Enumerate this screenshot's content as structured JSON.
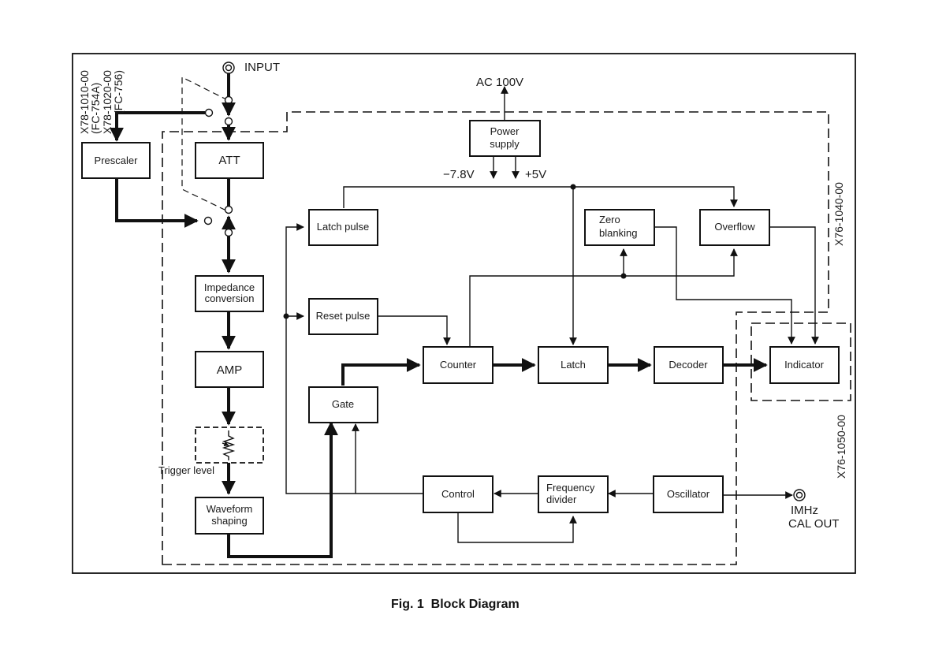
{
  "figure": {
    "caption": "Fig. 1  Block Diagram"
  },
  "terminals": {
    "input": "INPUT",
    "ac_power": "AC 100V",
    "neg_rail": "−7.8V",
    "pos_rail": "+5V",
    "cal_out_line1": "IMHz",
    "cal_out_line2": "CAL OUT"
  },
  "boards": {
    "prescaler_opt1": "X78-1010-00",
    "prescaler_opt1_model": "(FC-754A)",
    "prescaler_opt2": "X78-1020-00",
    "prescaler_opt2_model": "(FC-756)",
    "main_board": "X76-1040-00",
    "display_board": "X76-1050-00"
  },
  "blocks": {
    "prescaler": "Prescaler",
    "att": "ATT",
    "impedance_l1": "Impedance",
    "impedance_l2": "conversion",
    "amp": "AMP",
    "trigger_level": "Trigger level",
    "waveform_l1": "Waveform",
    "waveform_l2": "shaping",
    "power_l1": "Power",
    "power_l2": "supply",
    "latch_pulse": "Latch pulse",
    "reset_pulse": "Reset pulse",
    "gate": "Gate",
    "counter": "Counter",
    "latch": "Latch",
    "decoder": "Decoder",
    "indicator": "Indicator",
    "zero_l1": "Zero",
    "zero_l2": "blanking",
    "overflow": "Overflow",
    "control": "Control",
    "freqdiv_l1": "Frequency",
    "freqdiv_l2": "divider",
    "oscillator": "Oscillator"
  }
}
